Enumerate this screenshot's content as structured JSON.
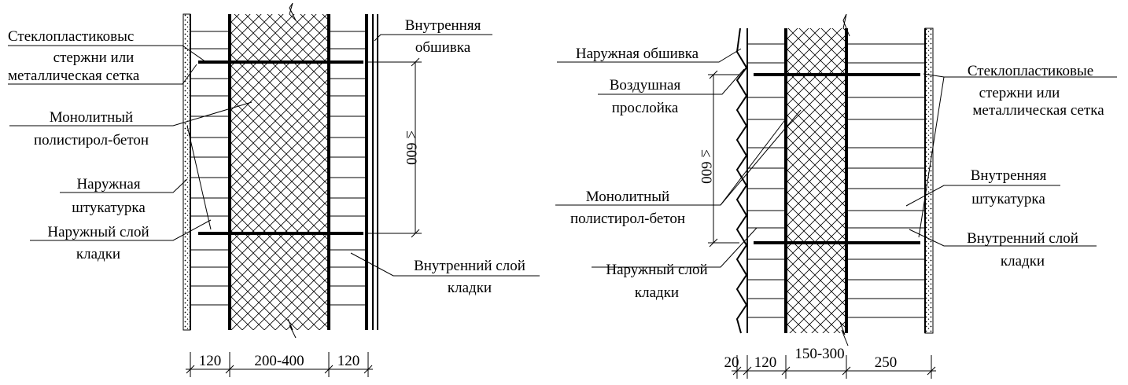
{
  "left": {
    "labels": {
      "rods_l1": "Стеклопластиковыс",
      "rods_l2": "стержни или",
      "rods_l3": "металлическая сетка",
      "concrete_l1": "Монолитный",
      "concrete_l2": "полистирол-бетон",
      "plaster_l1": "Наружная",
      "plaster_l2": "штукатурка",
      "outer_l1": "Наружный слой",
      "outer_l2": "кладки",
      "lining_l1": "Внутренняя",
      "lining_l2": "обшивка",
      "inner_l1": "Внутренний слой",
      "inner_l2": "кладки"
    },
    "spacing": "≤ 600",
    "dims": [
      "120",
      "200-400",
      "120"
    ]
  },
  "right": {
    "labels": {
      "lining_l1": "Наружная обшивка",
      "air_l1": "Воздушная",
      "air_l2": "прослойка",
      "concrete_l1": "Монолитный",
      "concrete_l2": "полистирол-бетон",
      "outer_l1": "Наружный слой",
      "outer_l2": "кладки",
      "rods_l1": "Стеклопластиковые",
      "rods_l2": "стержни или",
      "rods_l3": "металлическая сетка",
      "plaster_l1": "Внутренняя",
      "plaster_l2": "штукатурка",
      "inner_l1": "Внутренний слой",
      "inner_l2": "кладки"
    },
    "spacing": "≤ 600",
    "dims": [
      "20",
      "120",
      "150-300",
      "250"
    ]
  }
}
